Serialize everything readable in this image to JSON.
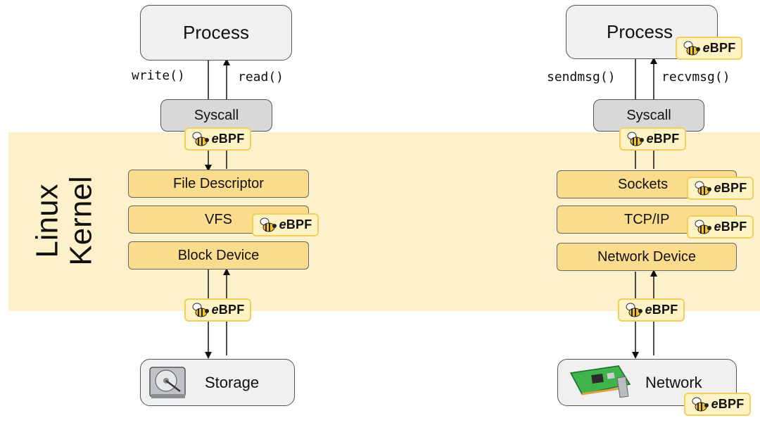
{
  "kernel": {
    "line1": "Linux",
    "line2": "Kernel"
  },
  "storage_stack": {
    "process": "Process",
    "call_down": "write()",
    "call_up": "read()",
    "syscall": "Syscall",
    "layers": [
      "File Descriptor",
      "VFS",
      "Block Device"
    ],
    "device": "Storage",
    "device_icon": "hard-drive-icon"
  },
  "network_stack": {
    "process": "Process",
    "call_down": "sendmsg()",
    "call_up": "recvmsg()",
    "syscall": "Syscall",
    "layers": [
      "Sockets",
      "TCP/IP",
      "Network Device"
    ],
    "device": "Network",
    "device_icon": "network-card-icon"
  },
  "ebpf_badge": {
    "prefix": "e",
    "suffix": "BPF",
    "icon": "bee-icon"
  },
  "colors": {
    "kernel_band": "#fdf1cc",
    "layer_fill": "#fbdc8d",
    "badge_fill": "#fdf3c4",
    "badge_border": "#f2cf5a",
    "syscall_fill": "#d8d8d8",
    "box_fill": "#f0f0f0"
  }
}
